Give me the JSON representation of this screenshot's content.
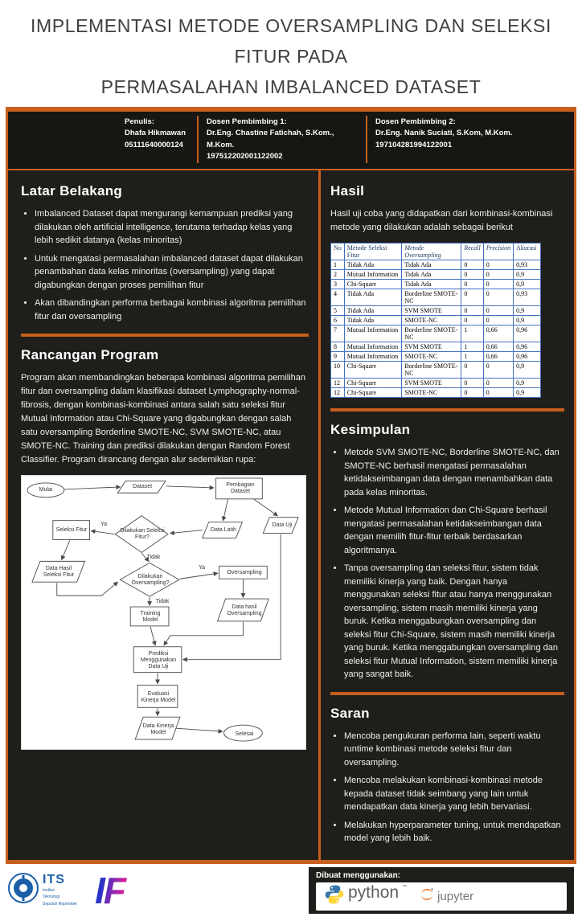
{
  "colors": {
    "accent": "#c65e1d",
    "background": "#201e1b"
  },
  "poster": {
    "title_line1": "IMPLEMENTASI METODE OVERSAMPLING DAN SELEKSI FITUR PADA",
    "title_line2": "PERMASALAHAN IMBALANCED DATASET"
  },
  "authors": {
    "penulis_label": "Penulis:",
    "penulis_name": "Dhafa Hikmawan",
    "penulis_id": "05111640000124",
    "pembimbing1_label": "Dosen Pembimbing 1:",
    "pembimbing1_name": "Dr.Eng. Chastine Fatichah, S.Kom., M.Kom.",
    "pembimbing1_id": "197512202001122002",
    "pembimbing2_label": "Dosen Pembimbing 2:",
    "pembimbing2_name": "Dr.Eng. Nanik Suciati, S.Kom, M.Kom.",
    "pembimbing2_id": "197104281994122001"
  },
  "latar_belakang": {
    "heading": "Latar Belakang",
    "bullets": [
      "Imbalanced Dataset dapat mengurangi kemampuan prediksi yang dilakukan oleh artificial intelligence, terutama terhadap kelas yang lebih sedikit datanya (kelas minoritas)",
      "Untuk mengatasi permasalahan imbalanced dataset dapat dilakukan penambahan data kelas minoritas (oversampling) yang dapat digabungkan dengan proses pemilihan fitur",
      "Akan dibandingkan performa berbagai kombinasi algoritma pemilihan fitur dan oversampling"
    ]
  },
  "rancangan": {
    "heading": "Rancangan Program",
    "paragraph": "Program akan membandingkan beberapa kombinasi algoritma pemilihan fitur dan oversampling dalam klasifikasi dataset Lymphography-normal-fibrosis, dengan kombinasi-kombinasi antara salah satu seleksi fitur Mutual Information atau Chi-Square yang digabungkan dengan salah satu oversampling Borderline SMOTE-NC, SVM SMOTE-NC, atau SMOTE-NC. Training dan prediksi dilakukan dengan Random Forest Classifier. Program dirancang dengan alur sedemikian rupa:"
  },
  "flowchart": {
    "nodes": [
      "Mulai",
      "Dataset",
      "Pembagian Dataset",
      "Seleksi Fitur",
      "Dilakukan Seleksi Fitur?",
      "Data Latih",
      "Data Uji",
      "Data Hasil Seleksi Fitur",
      "Dilakukan Oversampling?",
      "Oversampling",
      "Training Model",
      "Data hasil Oversampling",
      "Prediksi Menggunakan Data Uji",
      "Evaluasi Kinerja Model",
      "Data Kinerja Model",
      "Selesai"
    ],
    "edge_labels": [
      "Ya",
      "Tidak",
      "Ya",
      "Tidak"
    ]
  },
  "hasil": {
    "heading": "Hasil",
    "intro": "Hasil uji coba yang didapatkan dari kombinasi-kombinasi metode yang dilakukan adalah sebagai berikut"
  },
  "results_table": {
    "headers": [
      "No",
      "Metode Seleksi Fitur",
      "Metode Oversampling",
      "Recall",
      "Precision",
      "Akurasi"
    ],
    "rows": [
      [
        "1",
        "Tidak Ada",
        "Tidak Ada",
        "0",
        "0",
        "0,93"
      ],
      [
        "2",
        "Mutual Information",
        "Tidak Ada",
        "0",
        "0",
        "0,9"
      ],
      [
        "3",
        "Chi-Square",
        "Tidak Ada",
        "0",
        "0",
        "0,9"
      ],
      [
        "4",
        "Tidak Ada",
        "Borderline SMOTE-NC",
        "0",
        "0",
        "0,93"
      ],
      [
        "5",
        "Tidak Ada",
        "SVM SMOTE",
        "0",
        "0",
        "0,9"
      ],
      [
        "6",
        "Tidak Ada",
        "SMOTE-NC",
        "0",
        "0",
        "0,9"
      ],
      [
        "7",
        "Mutual Information",
        "Borderline SMOTE-NC",
        "1",
        "0,66",
        "0,96"
      ],
      [
        "8",
        "Mutual Information",
        "SVM SMOTE",
        "1",
        "0,66",
        "0,96"
      ],
      [
        "9",
        "Mutual Information",
        "SMOTE-NC",
        "1",
        "0,66",
        "0,96"
      ],
      [
        "10",
        "Chi-Square",
        "Borderline SMOTE-NC",
        "0",
        "0",
        "0,9"
      ],
      [
        "12",
        "Chi-Square",
        "SVM SMOTE",
        "0",
        "0",
        "0,9"
      ],
      [
        "12",
        "Chi-Square",
        "SMOTE-NC",
        "0",
        "0",
        "0,9"
      ]
    ]
  },
  "kesimpulan": {
    "heading": "Kesimpulan",
    "bullets": [
      "Metode SVM SMOTE-NC, Borderline SMOTE-NC, dan SMOTE-NC berhasil mengatasi permasalahan ketidakseimbangan data dengan menambahkan data pada kelas minoritas.",
      "Metode Mutual Information dan Chi-Square berhasil mengatasi permasalahan ketidakseimbangan data dengan memilih fitur-fitur terbaik berdasarkan algoritmanya.",
      "Tanpa oversampling dan seleksi fitur, sistem tidak memiliki kinerja yang baik. Dengan hanya menggunakan seleksi fitur atau hanya menggunakan oversampling, sistem masih memiliki kinerja yang buruk. Ketika menggabungkan oversampling dan seleksi fitur Chi-Square, sistem masih memiliki kinerja yang buruk. Ketika menggabungkan oversampling dan seleksi fitur Mutual Information, sistem memiliki kinerja yang sangat baik."
    ]
  },
  "saran": {
    "heading": "Saran",
    "bullets": [
      "Mencoba pengukuran performa lain, seperti waktu runtime kombinasi metode seleksi fitur dan oversampling.",
      "Mencoba melakukan kombinasi-kombinasi metode kepada dataset tidak seimbang yang lain untuk mendapatkan data kinerja yang lebih bervariasi.",
      "Melakukan hyperparameter tuning, untuk mendapatkan model yang lebih baik."
    ]
  },
  "footer": {
    "its_name": "ITS",
    "its_line1": "Institut",
    "its_line2": "Teknologi",
    "its_line3": "Sepuluh Nopember",
    "if_label": "IF",
    "dibuat_label": "Dibuat menggunakan:",
    "python_label": "python",
    "python_tm": "™",
    "jupyter_label": "jupyter"
  }
}
